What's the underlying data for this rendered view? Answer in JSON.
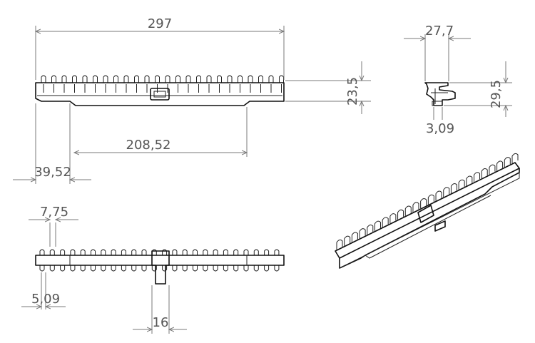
{
  "drawing": {
    "front_view": {
      "overall_length": "297",
      "height": "23,5",
      "inner_length": "208,52",
      "end_offset": "39,52"
    },
    "side_view": {
      "width": "27,7",
      "height": "29,5",
      "thickness": "3,09"
    },
    "bottom_view": {
      "pitch": "7,75",
      "tooth_width": "5,09",
      "tab_width": "16"
    },
    "colors": {
      "line": "#111111",
      "dimension": "#7a7a7a",
      "text": "#555555"
    }
  }
}
